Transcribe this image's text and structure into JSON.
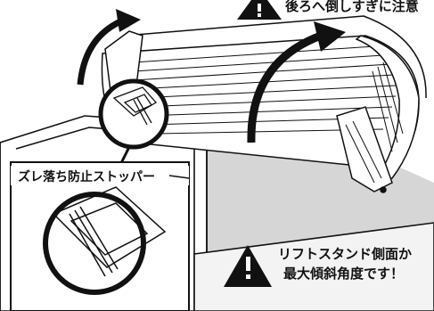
{
  "captions": {
    "top_warning": "後ろへ倒しすぎに注意",
    "stopper_label": "ズレ落ち防止ストッパー",
    "side_line1": "リフトスタンド側面か",
    "side_line2": "最大傾斜角度です！"
  },
  "icons": {
    "warning": "warning-triangle-icon",
    "arrow": "curved-arrow-icon"
  },
  "colors": {
    "ink": "#111111",
    "shade": "#d6d6d6",
    "paper": "#ffffff"
  }
}
